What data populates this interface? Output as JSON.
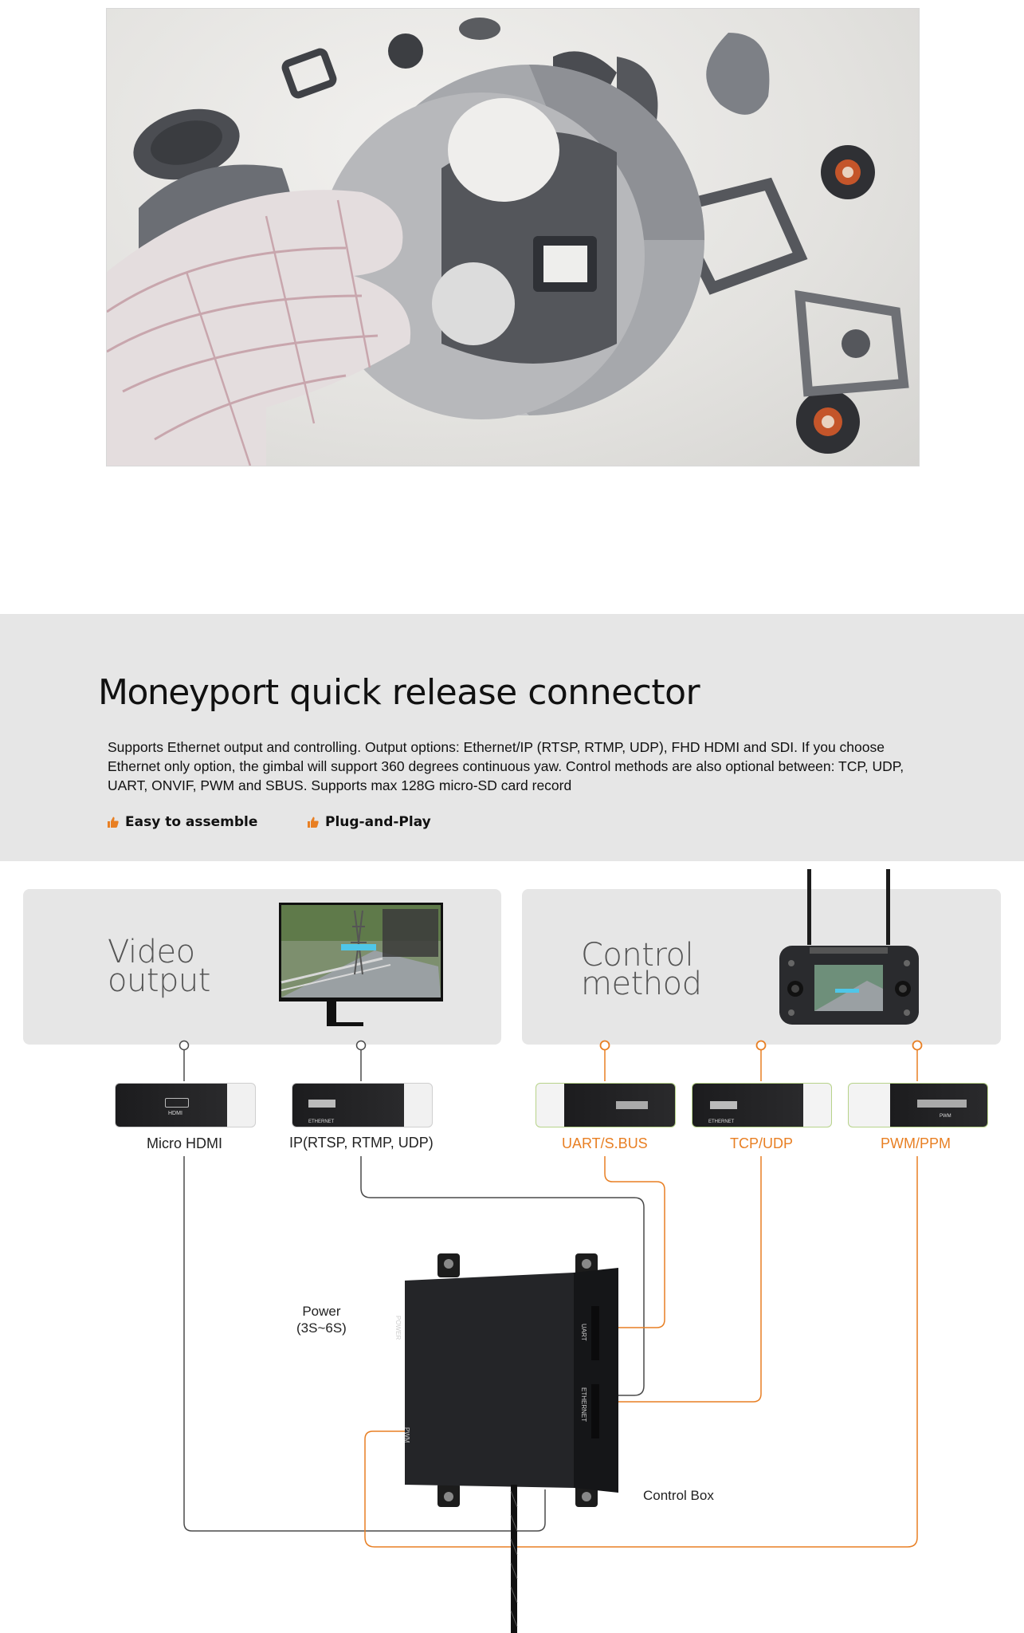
{
  "section": {
    "title_bold": "Money",
    "title_rest": "port quick release connector",
    "description": "Supports Ethernet output and controlling. Output options: Ethernet/IP (RTSP, RTMP, UDP), FHD HDMI and SDI. If you choose Ethernet only option, the gimbal will support 360 degrees continuous yaw. Control methods are also optional between: TCP, UDP, UART, ONVIF, PWM and SBUS.  Supports max 128G micro-SD card record",
    "features": [
      "Easy to assemble",
      "Plug-and-Play"
    ]
  },
  "video_output": {
    "title_line1": "Video",
    "title_line2": "output",
    "ports": [
      "Micro HDMI",
      "IP(RTSP, RTMP, UDP)"
    ]
  },
  "control_method": {
    "title_line1": "Control",
    "title_line2": "method",
    "ports": [
      "UART/S.BUS",
      "TCP/UDP",
      "PWM/PPM"
    ]
  },
  "control_box": {
    "power_line1": "Power",
    "power_line2": "(3S~6S)",
    "label": "Control Box",
    "port_labels": {
      "power": "POWER",
      "uart": "UART",
      "ethernet": "ETHERNET",
      "pwm": "PWM"
    }
  },
  "module_labels": {
    "hdmi": "HDMI",
    "ethernet": "ETHERNET",
    "pwm": "PWM"
  },
  "colors": {
    "accent_orange": "#e87f23",
    "band_grey": "#e6e6e6",
    "line_grey": "#4a4a4a"
  }
}
